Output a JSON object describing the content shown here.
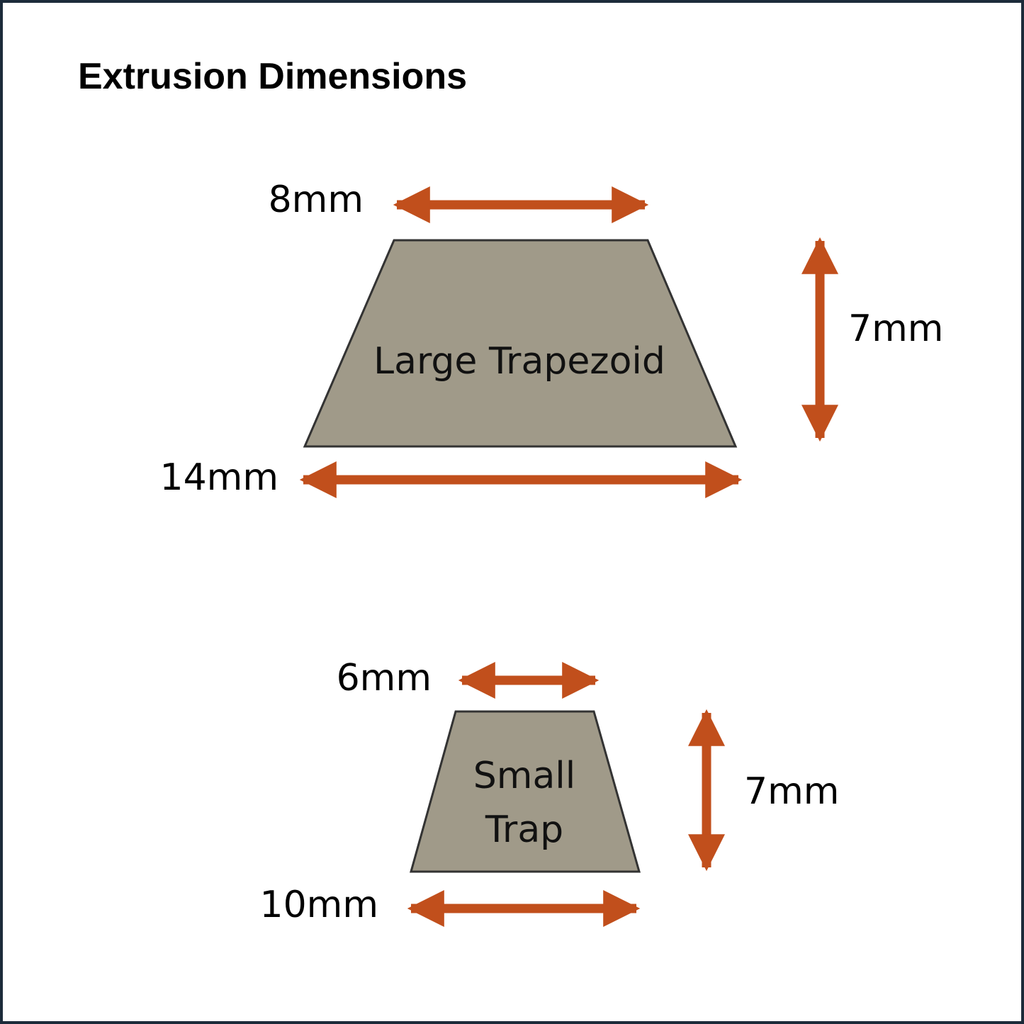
{
  "title": "Extrusion Dimensions",
  "colors": {
    "arrow": "#c14f1c",
    "shape_fill": "#a09a89",
    "shape_stroke": "#333333",
    "border": "#1c2b3a"
  },
  "large": {
    "label": "Large Trapezoid",
    "top_width": "8mm",
    "bottom_width": "14mm",
    "height": "7mm"
  },
  "small": {
    "label_line1": "Small",
    "label_line2": "Trap",
    "top_width": "6mm",
    "bottom_width": "10mm",
    "height": "7mm"
  }
}
